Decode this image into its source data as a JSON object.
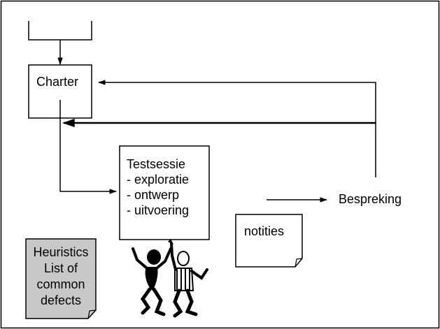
{
  "diagram": {
    "charter": {
      "label": "Charter"
    },
    "testsessie": {
      "title": "Testsessie",
      "items": [
        "- exploratie",
        "- ontwerp",
        "- uitvoering"
      ]
    },
    "bespreking": {
      "label": "Bespreking"
    },
    "notities": {
      "label": "notities"
    },
    "heuristics": {
      "lines": [
        "Heuristics",
        "List of",
        "common",
        "defects"
      ]
    },
    "colors": {
      "line": "#000000",
      "note_fill": "#ffffff",
      "heuristics_fill": "#c8c8c8"
    }
  }
}
